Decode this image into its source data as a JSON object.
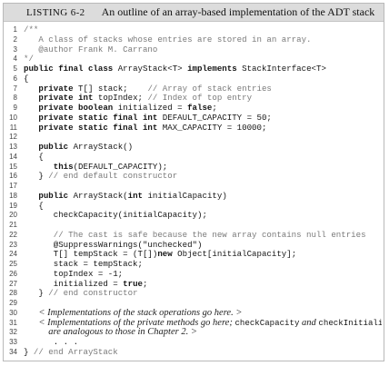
{
  "listing": {
    "label": "LISTING 6-2",
    "title": "An outline of an array-based implementation of the ADT stack"
  },
  "code_lines": [
    {
      "n": "1",
      "segs": [
        {
          "t": "/**",
          "s": "gray"
        }
      ]
    },
    {
      "n": "2",
      "segs": [
        {
          "t": "   A class of stacks whose entries are stored in an array.",
          "s": "gray"
        }
      ]
    },
    {
      "n": "3",
      "segs": [
        {
          "t": "   @author Frank M. Carrano",
          "s": "gray"
        }
      ]
    },
    {
      "n": "4",
      "segs": [
        {
          "t": "*/",
          "s": "gray"
        }
      ]
    },
    {
      "n": "5",
      "segs": [
        {
          "t": "public final class",
          "s": "bold"
        },
        {
          "t": " ArrayStack<T> ",
          "s": ""
        },
        {
          "t": "implements",
          "s": "bold"
        },
        {
          "t": " StackInterface<T>",
          "s": ""
        }
      ]
    },
    {
      "n": "6",
      "segs": [
        {
          "t": "{",
          "s": ""
        }
      ]
    },
    {
      "n": "7",
      "segs": [
        {
          "t": "   private",
          "s": "bold"
        },
        {
          "t": " T[] stack;    ",
          "s": ""
        },
        {
          "t": "// Array of stack entries",
          "s": "gray"
        }
      ]
    },
    {
      "n": "8",
      "segs": [
        {
          "t": "   private int",
          "s": "bold"
        },
        {
          "t": " topIndex; ",
          "s": ""
        },
        {
          "t": "// Index of top entry",
          "s": "gray"
        }
      ]
    },
    {
      "n": "9",
      "segs": [
        {
          "t": "   private boolean",
          "s": "bold"
        },
        {
          "t": " initialized = ",
          "s": ""
        },
        {
          "t": "false",
          "s": "bold"
        },
        {
          "t": ";",
          "s": ""
        }
      ]
    },
    {
      "n": "10",
      "segs": [
        {
          "t": "   private static final int",
          "s": "bold"
        },
        {
          "t": " DEFAULT_CAPACITY = 50;",
          "s": ""
        }
      ]
    },
    {
      "n": "11",
      "segs": [
        {
          "t": "   private static final int",
          "s": "bold"
        },
        {
          "t": " MAX_CAPACITY = 10000;",
          "s": ""
        }
      ]
    },
    {
      "n": "12",
      "segs": []
    },
    {
      "n": "13",
      "segs": [
        {
          "t": "   public",
          "s": "bold"
        },
        {
          "t": " ArrayStack()",
          "s": ""
        }
      ]
    },
    {
      "n": "14",
      "segs": [
        {
          "t": "   {",
          "s": ""
        }
      ]
    },
    {
      "n": "15",
      "segs": [
        {
          "t": "      this",
          "s": "bold"
        },
        {
          "t": "(DEFAULT_CAPACITY);",
          "s": ""
        }
      ]
    },
    {
      "n": "16",
      "segs": [
        {
          "t": "   } ",
          "s": ""
        },
        {
          "t": "// end default constructor",
          "s": "gray"
        }
      ]
    },
    {
      "n": "17",
      "segs": []
    },
    {
      "n": "18",
      "segs": [
        {
          "t": "   public",
          "s": "bold"
        },
        {
          "t": " ArrayStack(",
          "s": ""
        },
        {
          "t": "int",
          "s": "bold"
        },
        {
          "t": " initialCapacity)",
          "s": ""
        }
      ]
    },
    {
      "n": "19",
      "segs": [
        {
          "t": "   {",
          "s": ""
        }
      ]
    },
    {
      "n": "20",
      "segs": [
        {
          "t": "      checkCapacity(initialCapacity);",
          "s": ""
        }
      ]
    },
    {
      "n": "21",
      "segs": []
    },
    {
      "n": "22",
      "segs": [
        {
          "t": "      // The cast is safe because the new array contains null entries",
          "s": "gray"
        }
      ]
    },
    {
      "n": "23",
      "segs": [
        {
          "t": "      @SuppressWarnings(\"unchecked\")",
          "s": ""
        }
      ]
    },
    {
      "n": "24",
      "segs": [
        {
          "t": "      T[] tempStack = (T[])",
          "s": ""
        },
        {
          "t": "new",
          "s": "bold"
        },
        {
          "t": " Object[initialCapacity];",
          "s": ""
        }
      ]
    },
    {
      "n": "25",
      "segs": [
        {
          "t": "      stack = tempStack;",
          "s": ""
        }
      ]
    },
    {
      "n": "26",
      "segs": [
        {
          "t": "      topIndex = -1;",
          "s": ""
        }
      ]
    },
    {
      "n": "27",
      "segs": [
        {
          "t": "      initialized = ",
          "s": ""
        },
        {
          "t": "true",
          "s": "bold"
        },
        {
          "t": ";",
          "s": ""
        }
      ]
    },
    {
      "n": "28",
      "segs": [
        {
          "t": "   } ",
          "s": ""
        },
        {
          "t": "// end constructor",
          "s": "gray"
        }
      ]
    },
    {
      "n": "29",
      "segs": []
    },
    {
      "n": "30",
      "segs": [
        {
          "t": "   ",
          "s": ""
        },
        {
          "t": "< Implementations of the stack operations go here. >",
          "s": "serif"
        }
      ]
    },
    {
      "n": "31",
      "segs": [
        {
          "t": "   ",
          "s": ""
        },
        {
          "t": "< Implementations of the private methods go here; ",
          "s": "serif"
        },
        {
          "t": "checkCapacity",
          "s": ""
        },
        {
          "t": " and ",
          "s": "serif"
        },
        {
          "t": "checkInitialization",
          "s": ""
        }
      ]
    },
    {
      "n": "32",
      "segs": [
        {
          "t": "     ",
          "s": ""
        },
        {
          "t": "are analogous to those in Chapter 2. >",
          "s": "serif"
        }
      ]
    },
    {
      "n": "33",
      "segs": [
        {
          "t": "      . . .",
          "s": ""
        }
      ]
    },
    {
      "n": "34",
      "segs": [
        {
          "t": "} ",
          "s": ""
        },
        {
          "t": "// end ArrayStack",
          "s": "gray"
        }
      ]
    }
  ]
}
